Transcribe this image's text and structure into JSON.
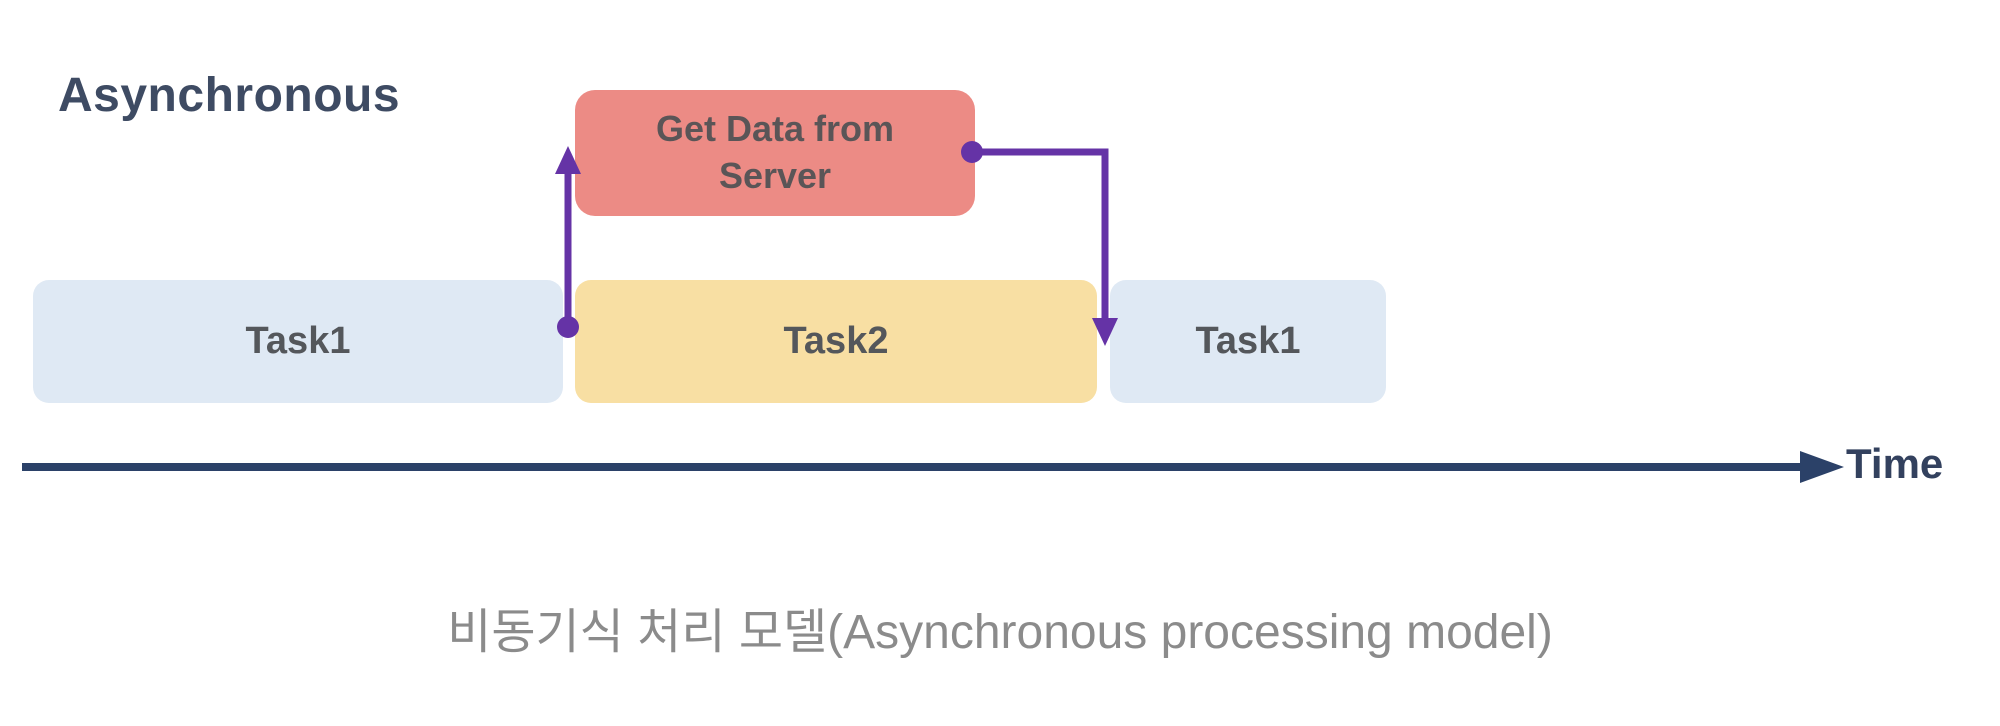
{
  "title": "Asynchronous",
  "diagram": {
    "server_box": {
      "label": "Get Data from Server"
    },
    "tasks": [
      {
        "label": "Task1"
      },
      {
        "label": "Task2"
      },
      {
        "label": "Task1"
      }
    ],
    "timeline_label": "Time"
  },
  "caption": "비동기식 처리 모델(Asynchronous processing model)",
  "colors": {
    "server_box_fill": "#EC8B85",
    "task1_fill": "#DFE9F4",
    "task2_fill": "#F8DFA3",
    "connector_purple": "#6533A6",
    "timeline_navy": "#2B4168",
    "title_text": "#3E4B63",
    "box_text": "#54575B",
    "caption_text": "#8B8B8B"
  }
}
